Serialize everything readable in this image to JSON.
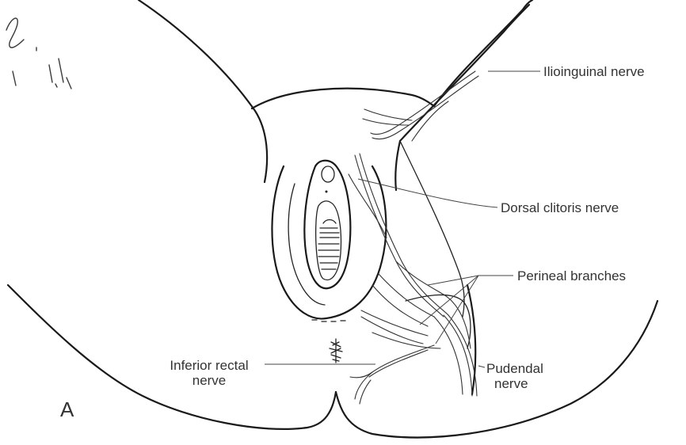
{
  "labels": {
    "ilioinguinal": "Ilioinguinal nerve",
    "dorsal_clitoris": "Dorsal clitoris nerve",
    "perineal_branches": "Perineal branches",
    "inferior_rectal_line1": "Inferior rectal",
    "inferior_rectal_line2": "nerve",
    "pudendal_line1": "Pudendal",
    "pudendal_line2": "nerve"
  },
  "panel_letter": "A"
}
